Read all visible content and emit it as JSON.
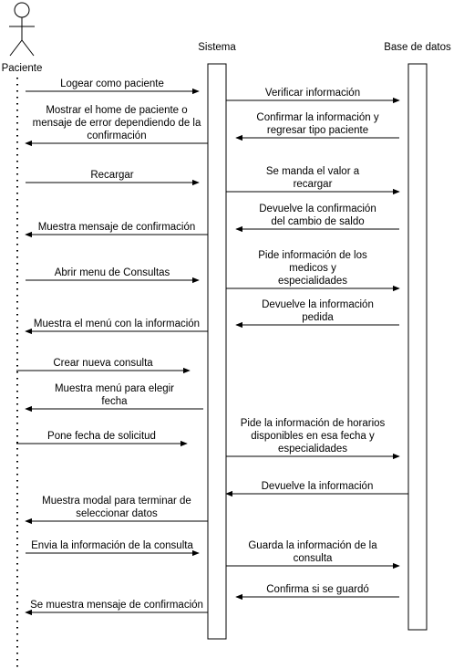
{
  "participants": {
    "actor": "Paciente",
    "system": "Sistema",
    "database": "Base de datos"
  },
  "messages": [
    {
      "from": "actor",
      "to": "system",
      "lines": [
        "Logear como paciente"
      ]
    },
    {
      "from": "system",
      "to": "database",
      "lines": [
        "Verificar información"
      ]
    },
    {
      "from": "system",
      "to": "actor",
      "lines": [
        "Mostrar el home de paciente o",
        "mensaje de error dependiendo de la",
        "confirmación"
      ]
    },
    {
      "from": "database",
      "to": "system",
      "lines": [
        "Confirmar la información y",
        "regresar tipo paciente"
      ]
    },
    {
      "from": "actor",
      "to": "system",
      "lines": [
        "Recargar"
      ]
    },
    {
      "from": "system",
      "to": "database",
      "lines": [
        "Se manda el valor a",
        "recargar"
      ]
    },
    {
      "from": "system",
      "to": "actor",
      "lines": [
        "Muestra mensaje de confirmación"
      ]
    },
    {
      "from": "database",
      "to": "system",
      "lines": [
        "Devuelve la confirmación",
        "del cambio de saldo"
      ]
    },
    {
      "from": "actor",
      "to": "system",
      "lines": [
        "Abrir menu de Consultas"
      ]
    },
    {
      "from": "system",
      "to": "database",
      "lines": [
        "Pide información de los",
        "medicos y",
        "especialidades"
      ]
    },
    {
      "from": "system",
      "to": "actor",
      "lines": [
        "Muestra el menú con la información"
      ]
    },
    {
      "from": "database",
      "to": "system",
      "lines": [
        "Devuelve la información",
        "pedida"
      ]
    },
    {
      "from": "actor",
      "to": "system",
      "lines": [
        "Crear nueva consulta"
      ]
    },
    {
      "from": "system",
      "to": "actor",
      "lines": [
        "Muestra menú para elegir",
        "fecha"
      ]
    },
    {
      "from": "actor",
      "to": "system",
      "lines": [
        "Pone fecha de solicitud"
      ]
    },
    {
      "from": "system",
      "to": "database",
      "lines": [
        "Pide la información de horarios",
        "disponibles en esa fecha y",
        "especialidades"
      ]
    },
    {
      "from": "database",
      "to": "system",
      "lines": [
        "Devuelve la información"
      ]
    },
    {
      "from": "system",
      "to": "actor",
      "lines": [
        "Muestra modal para terminar de",
        "seleccionar datos"
      ]
    },
    {
      "from": "actor",
      "to": "system",
      "lines": [
        "Envia la información de la consulta"
      ]
    },
    {
      "from": "system",
      "to": "database",
      "lines": [
        "Guarda la información de la",
        "consulta"
      ]
    },
    {
      "from": "database",
      "to": "system",
      "lines": [
        "Confirma si se guardó"
      ]
    },
    {
      "from": "system",
      "to": "actor",
      "lines": [
        "Se muestra mensaje de confirmación"
      ]
    }
  ]
}
